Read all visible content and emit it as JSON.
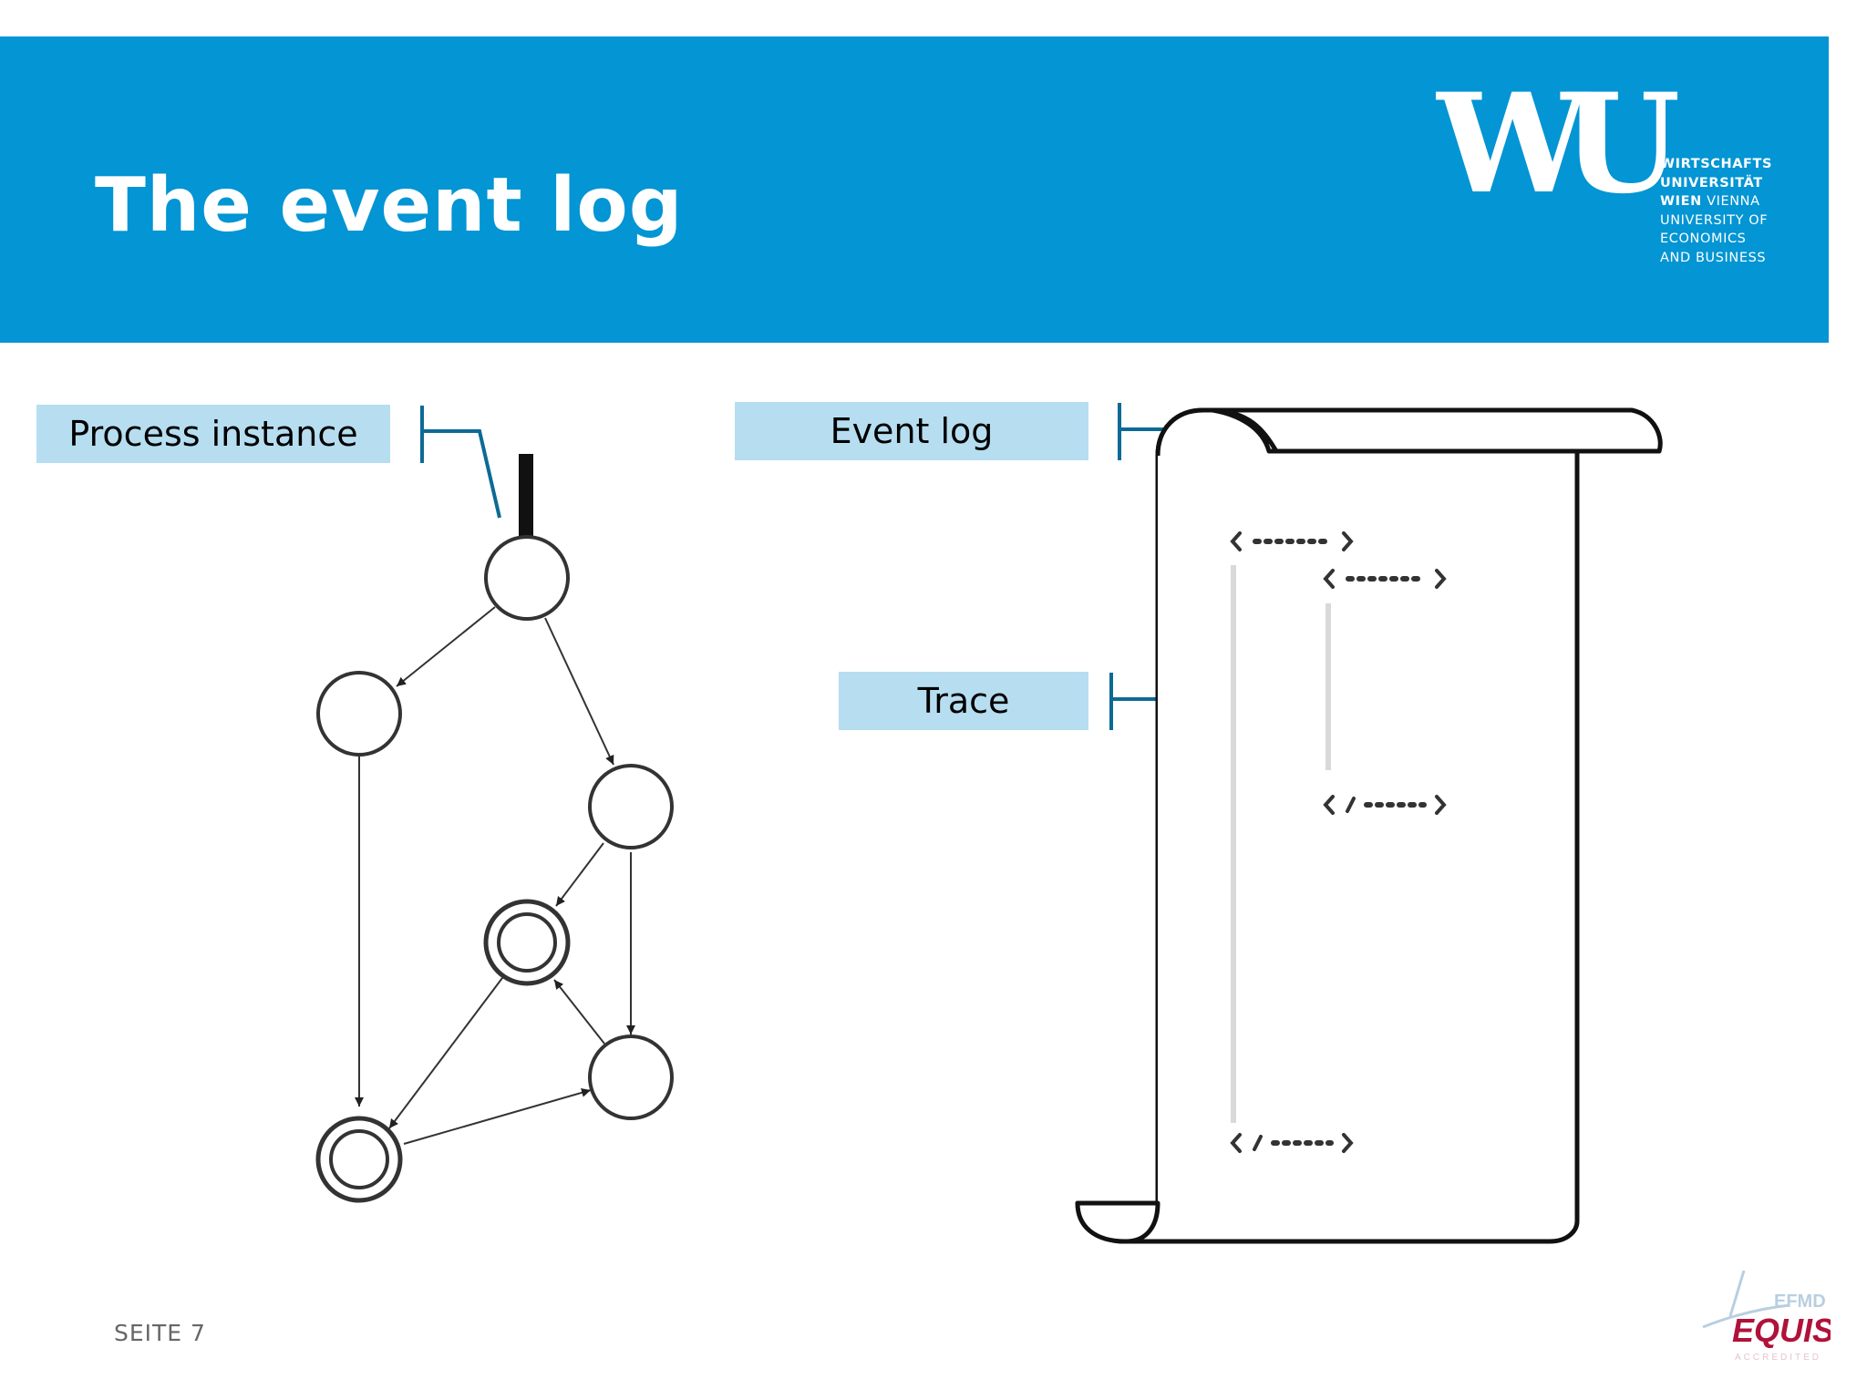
{
  "slide": {
    "title": "The event log",
    "page_number": "SEITE 7"
  },
  "header": {
    "color": "#0395d4",
    "logo": {
      "mark": "WU",
      "lines": [
        "WIRTSCHAFTS",
        "UNIVERSITÄT",
        "WIEN",
        "VIENNA",
        "UNIVERSITY OF",
        "ECONOMICS",
        "AND BUSINESS"
      ]
    }
  },
  "labels": {
    "process_instance": "Process instance",
    "event_log": "Event log",
    "trace": "Trace",
    "color": "#b6def0"
  },
  "footer": {
    "equis_logo": {
      "top": "EFMD",
      "name": "EQUIS",
      "sub": "ACCREDITED"
    }
  },
  "icons": [
    "process-graph",
    "scroll-icon",
    "xml-tag-icon"
  ]
}
